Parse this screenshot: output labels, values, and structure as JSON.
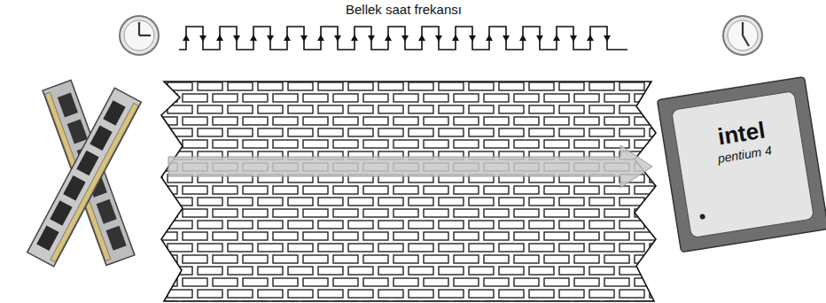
{
  "diagram": {
    "nodes": [
      {
        "text": [
          "intel",
          "pentium 4"
        ]
      }
    ],
    "labels": [
      "Bellek saat frekansı"
    ]
  }
}
